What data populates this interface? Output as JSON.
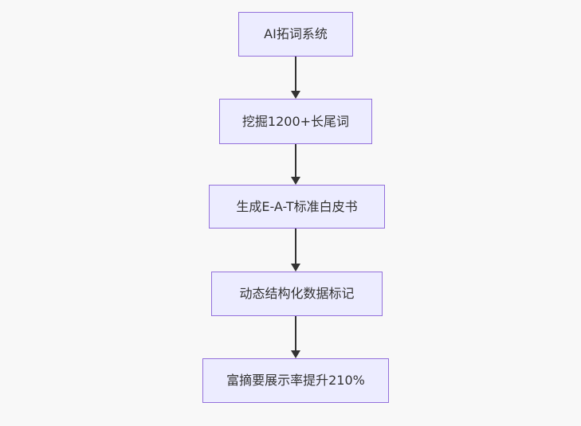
{
  "diagram": {
    "type": "flowchart-top-down",
    "background_color": "#f8f8f8",
    "node_fill_color": "#ececff",
    "node_border_color": "#9370db",
    "node_text_color": "#333333",
    "arrow_color": "#333333",
    "nodes": [
      {
        "id": "node-1",
        "label": "AI拓词系统"
      },
      {
        "id": "node-2",
        "label": "挖掘1200+长尾词"
      },
      {
        "id": "node-3",
        "label": "生成E-A-T标准白皮书"
      },
      {
        "id": "node-4",
        "label": "动态结构化数据标记"
      },
      {
        "id": "node-5",
        "label": "富摘要展示率提升210%"
      }
    ],
    "edges": [
      {
        "from": "node-1",
        "to": "node-2"
      },
      {
        "from": "node-2",
        "to": "node-3"
      },
      {
        "from": "node-3",
        "to": "node-4"
      },
      {
        "from": "node-4",
        "to": "node-5"
      }
    ]
  }
}
